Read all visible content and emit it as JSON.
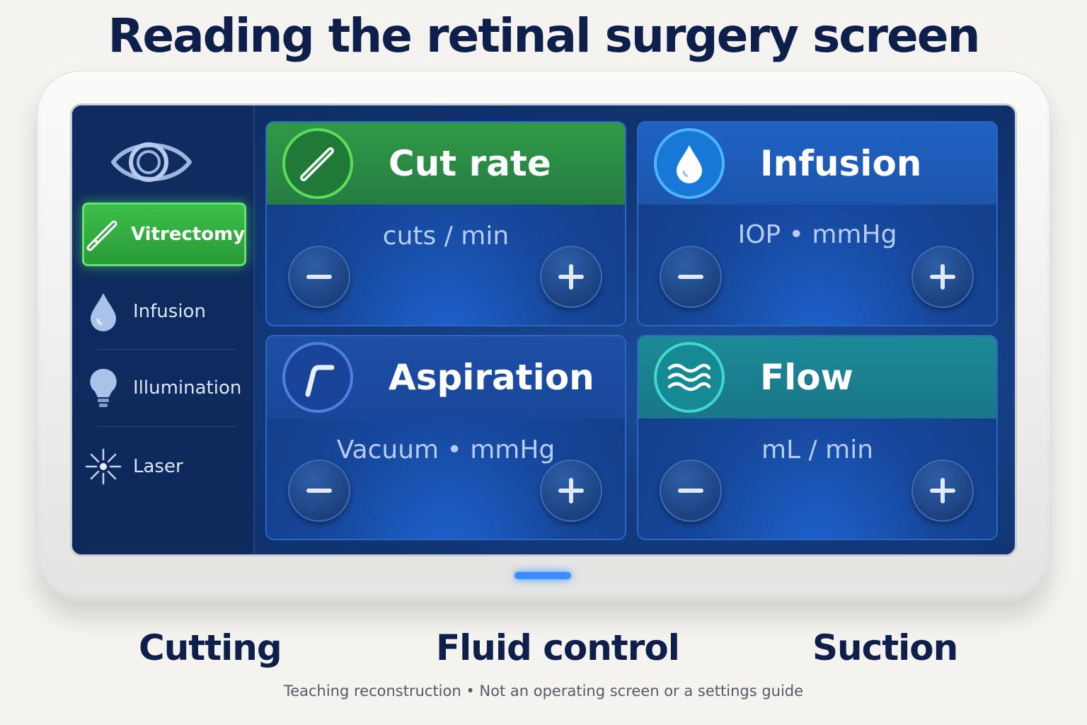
{
  "title": "Reading the retinal surgery screen",
  "sidebar": {
    "items": [
      {
        "label": "Vitrectomy",
        "icon": "cutter-icon",
        "active": true
      },
      {
        "label": "Infusion",
        "icon": "droplet-icon",
        "active": false
      },
      {
        "label": "Illumination",
        "icon": "lightbulb-icon",
        "active": false
      },
      {
        "label": "Laser",
        "icon": "laser-burst-icon",
        "active": false
      }
    ]
  },
  "cards": {
    "cut_rate": {
      "title": "Cut rate",
      "unit": "cuts / min",
      "icon": "cutter-icon"
    },
    "infusion": {
      "title": "Infusion",
      "unit": "IOP • mmHg",
      "icon": "droplet-icon"
    },
    "aspiration": {
      "title": "Aspiration",
      "unit": "Vacuum • mmHg",
      "icon": "aspiration-probe-icon"
    },
    "flow": {
      "title": "Flow",
      "unit": "mL / min",
      "icon": "waves-icon"
    }
  },
  "sections": {
    "cutting": "Cutting",
    "fluid": "Fluid control",
    "suction": "Suction"
  },
  "footnote": "Teaching reconstruction • Not an operating screen or a settings guide",
  "colors": {
    "accent_green": "#3cbf4a",
    "accent_blue": "#1f62c2",
    "accent_teal": "#1c8a98",
    "screen_bg": "#133a7c",
    "title_text": "#0e1f4b"
  }
}
